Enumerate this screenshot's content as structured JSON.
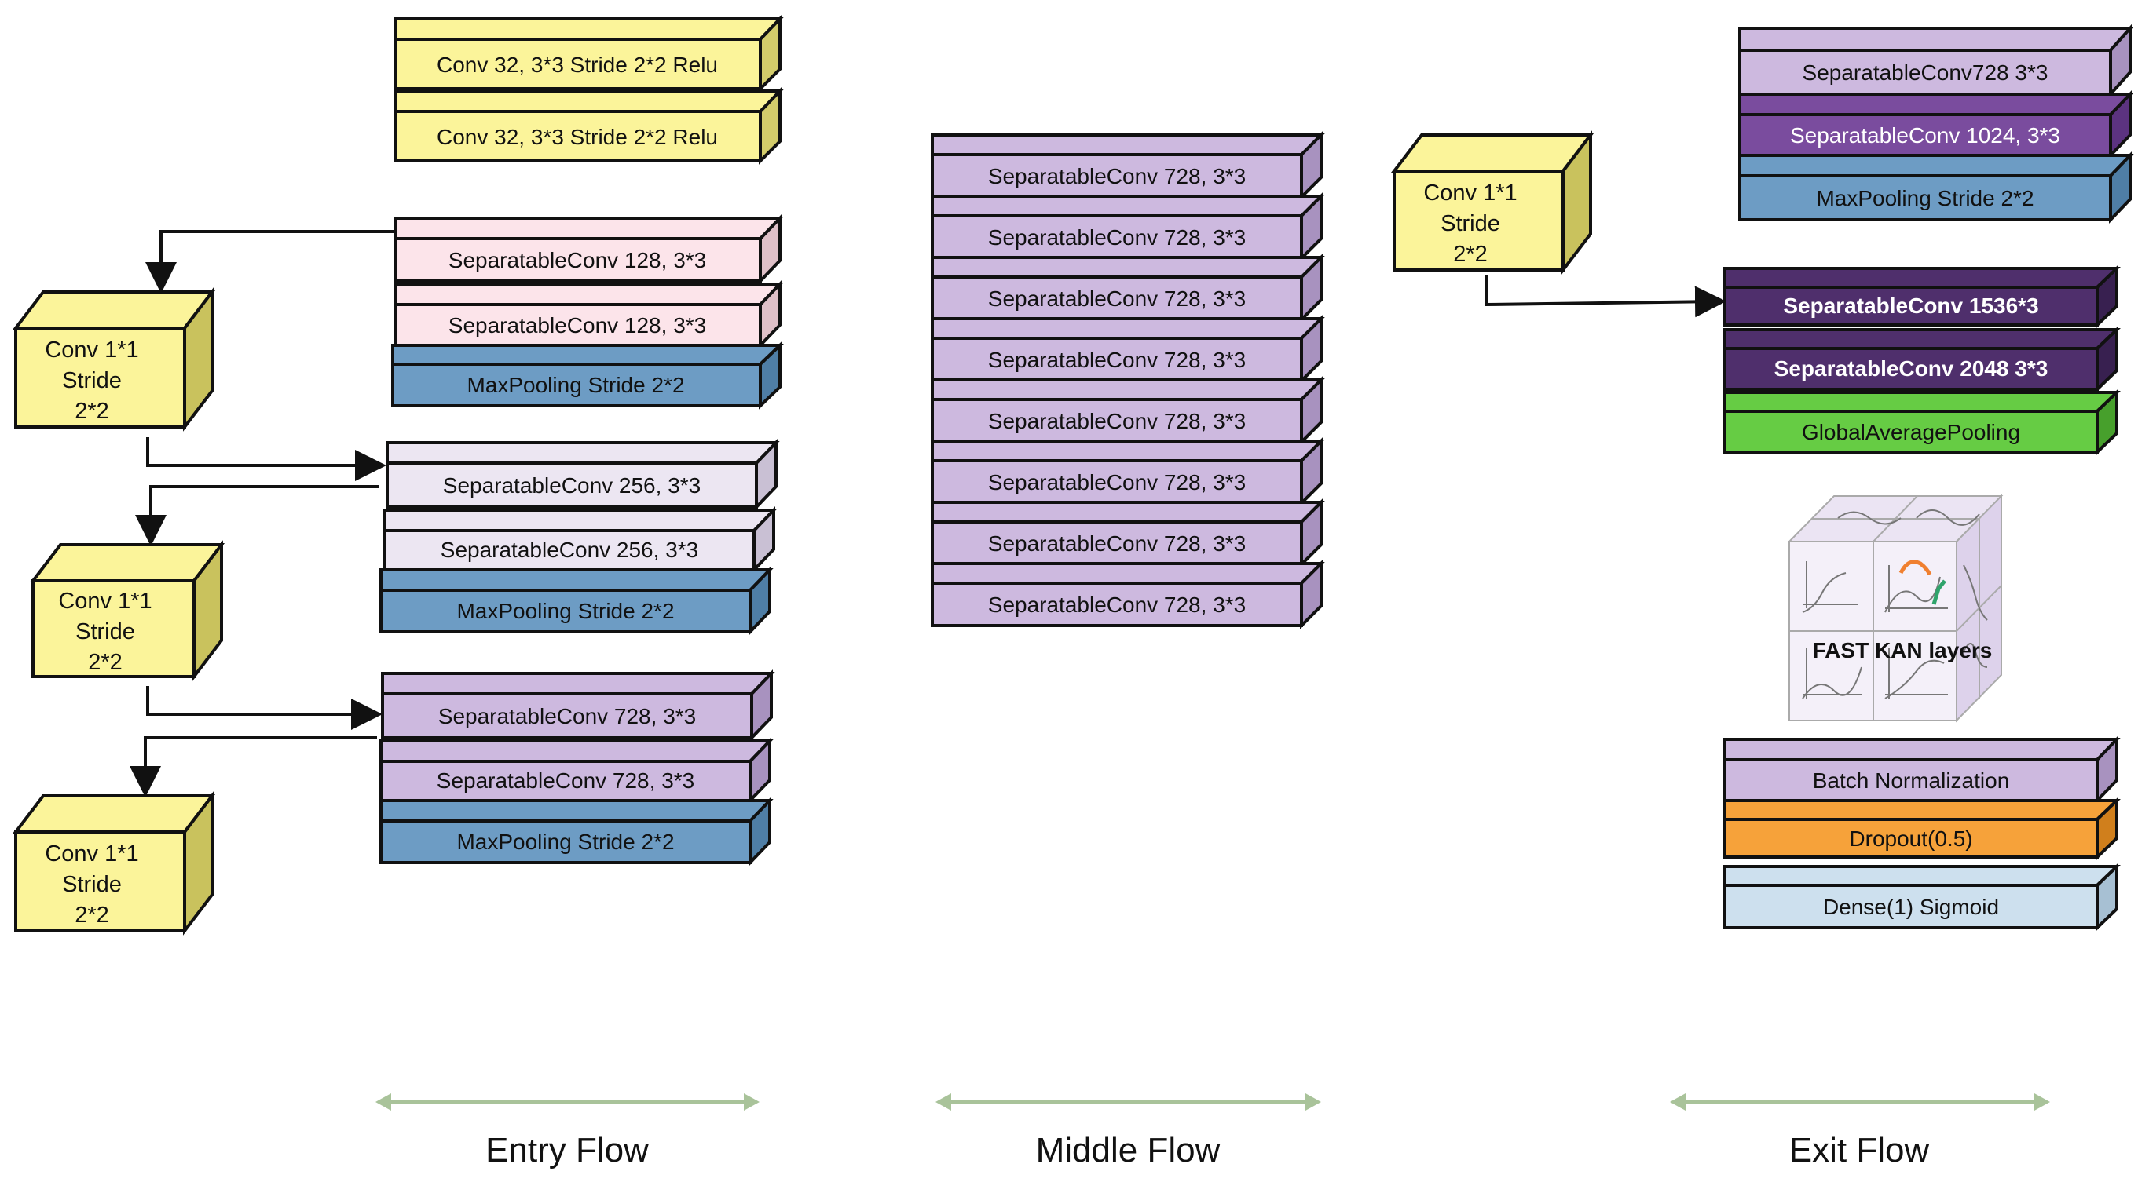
{
  "colors": {
    "yellow": "#fbf49a",
    "pink": "#fce4ea",
    "lavender_light": "#ece6f2",
    "lavender": "#cdb9df",
    "purple": "#7a4c9e",
    "purple_dark": "#4f2f6c",
    "blue": "#6d9cc4",
    "green": "#66cc44",
    "orange": "#f6a23a",
    "light_blue": "#cde0ee",
    "flow_arrow": "#a9c39a"
  },
  "entry_flow": {
    "label": "Entry Flow",
    "blocks": {
      "conv32_a": "Conv 32, 3*3 Stride 2*2 Relu",
      "conv32_b": "Conv 32, 3*3 Stride 2*2 Relu",
      "sep128_a": "SeparatableConv 128, 3*3",
      "sep128_b": "SeparatableConv 128, 3*3",
      "maxpool_1": "MaxPooling Stride 2*2",
      "sep256_a": "SeparatableConv 256, 3*3",
      "sep256_b": "SeparatableConv 256, 3*3",
      "maxpool_2": "MaxPooling Stride 2*2",
      "sep728_a": "SeparatableConv 728, 3*3",
      "sep728_b": "SeparatableConv 728, 3*3",
      "maxpool_3": "MaxPooling Stride 2*2"
    },
    "shortcut_cubes": [
      [
        "Conv 1*1",
        "Stride",
        "2*2"
      ],
      [
        "Conv 1*1",
        "Stride",
        "2*2"
      ],
      [
        "Conv 1*1",
        "Stride",
        "2*2"
      ]
    ]
  },
  "middle_flow": {
    "label": "Middle Flow",
    "blocks": [
      "SeparatableConv 728, 3*3",
      "SeparatableConv 728, 3*3",
      "SeparatableConv 728, 3*3",
      "SeparatableConv 728, 3*3",
      "SeparatableConv 728, 3*3",
      "SeparatableConv 728, 3*3",
      "SeparatableConv 728, 3*3",
      "SeparatableConv 728, 3*3"
    ]
  },
  "exit_flow": {
    "label": "Exit Flow",
    "blocks": {
      "sep728": "SeparatableConv728 3*3",
      "sep1024": "SeparatableConv 1024, 3*3",
      "maxpool": "MaxPooling Stride 2*2",
      "sep1536": "SeparatableConv 1536*3",
      "sep2048": "SeparatableConv 2048 3*3",
      "gap": "GlobalAveragePooling",
      "batchnorm": "Batch Normalization",
      "dropout": "Dropout(0.5)",
      "dense": "Dense(1) Sigmoid"
    },
    "shortcut_cube": [
      "Conv 1*1",
      "Stride",
      "2*2"
    ],
    "kan_label": "FAST KAN layers"
  }
}
